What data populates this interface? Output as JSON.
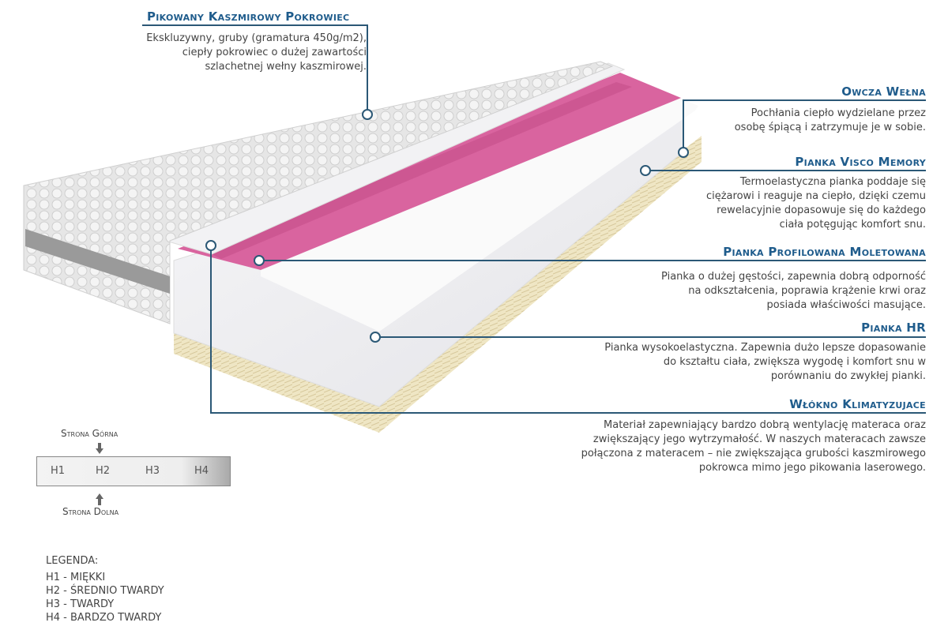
{
  "callouts": [
    {
      "title": "Pikowany Kaszmirowy Pokrowiec",
      "lines": [
        "Ekskluzywny, gruby (gramatura 450g/m2),",
        "ciepły pokrowiec o dużej zawartości",
        "szlachetnej wełny kaszmirowej."
      ]
    },
    {
      "title": "Owcza Wełna",
      "lines": [
        "Pochłania ciepło wydzielane przez",
        "osobę śpiącą i zatrzymuje je w sobie."
      ]
    },
    {
      "title": "Pianka Visco Memory",
      "lines": [
        "Termoelastyczna pianka poddaje się",
        "ciężarowi i reaguje na ciepło, dzięki czemu",
        "rewelacyjnie dopasowuje się do każdego",
        "ciała potęgując komfort snu."
      ]
    },
    {
      "title": "Pianka Profilowana Moletowana",
      "lines": [
        "Pianka o dużej gęstości, zapewnia dobrą odporność",
        "na odkształcenia, poprawia krążenie krwi oraz",
        "posiada właściwości masujące."
      ]
    },
    {
      "title": "Pianka HR",
      "lines": [
        "Pianka wysokoelastyczna. Zapewnia dużo lepsze dopasowanie",
        "do kształtu ciała, zwiększa wygodę i komfort snu w",
        "porównaniu do zwykłej pianki."
      ]
    },
    {
      "title": "Włókno Klimatyzujace",
      "lines": [
        "Materiał zapewniający bardzo dobrą wentylację materaca oraz",
        "zwiększający jego wytrzymałość. W naszych materacach zawsze",
        "połączona z materacem – nie zwiększająca grubości kaszmirowego",
        "pokrowca mimo jego pikowania laserowego."
      ]
    }
  ],
  "hardness": {
    "top_label": "Strona Górna",
    "bottom_label": "Strona Dolna",
    "levels": [
      "H1",
      "H2",
      "H3",
      "H4"
    ]
  },
  "legend": {
    "title": "LEGENDA:",
    "items": [
      "H1 - MIĘKKI",
      "H2 - ŚREDNIO TWARDY",
      "H3 - TWARDY",
      "H4 - BARDZO TWARDY"
    ]
  },
  "colors": {
    "heading": "#1f5c8c",
    "line": "#2b5876",
    "pink": "#d9649f"
  }
}
